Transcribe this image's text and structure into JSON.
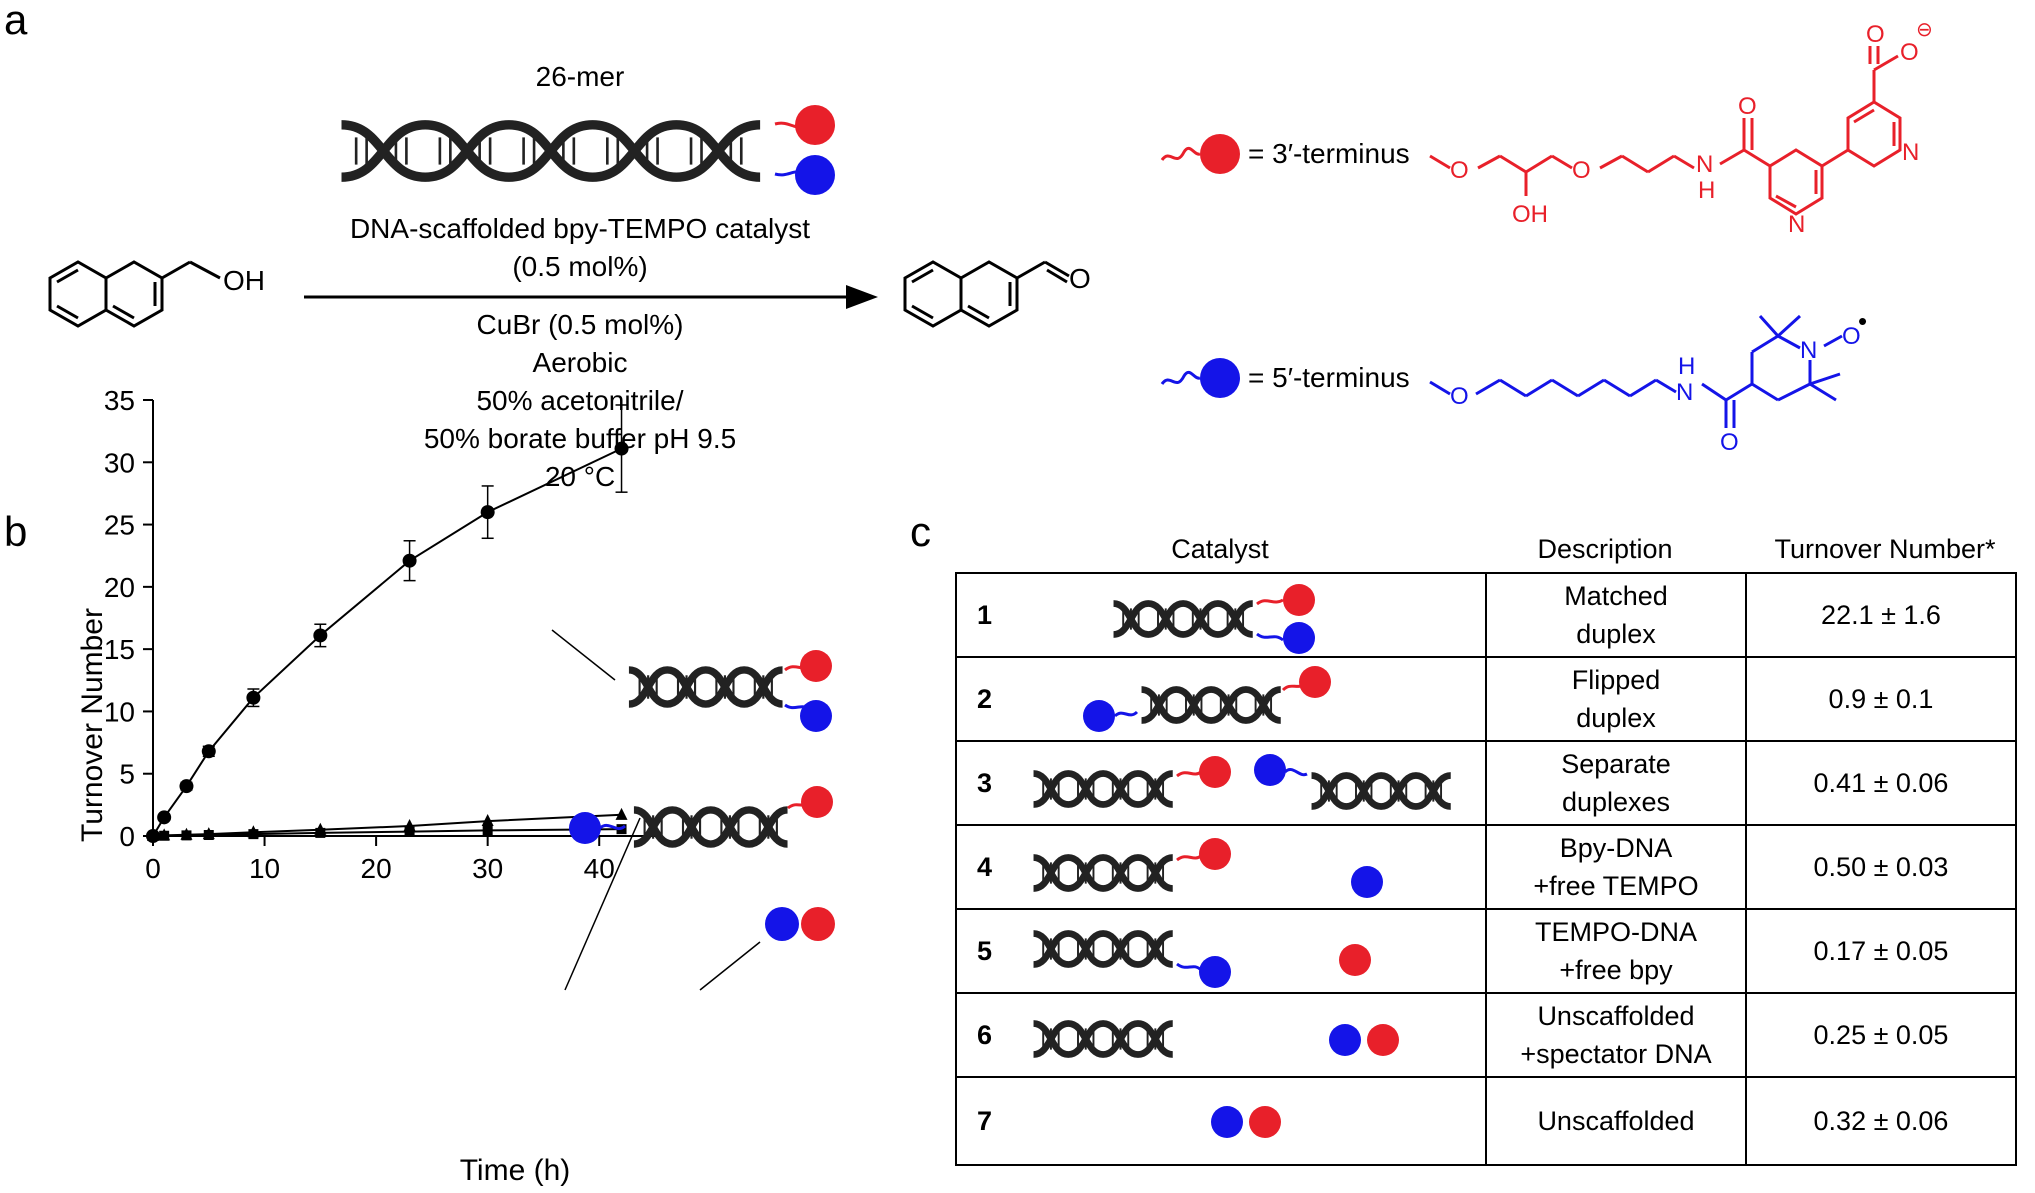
{
  "panels": {
    "a": "a",
    "b": "b",
    "c": "c"
  },
  "reaction": {
    "catalyst_length": "26-mer",
    "catalyst_name": "DNA-scaffolded bpy-TEMPO catalyst",
    "catalyst_loading": "(0.5 mol%)",
    "conditions": [
      "CuBr (0.5 mol%)",
      "Aerobic",
      "50% acetonitrile/",
      "50% borate buffer pH 9.5",
      "20 °C"
    ],
    "substrate_label": "OH",
    "product_label": "O"
  },
  "legend_structures": {
    "red": {
      "label": "= 3′-terminus",
      "color": "#e8202a",
      "atoms": {
        "o1": "O",
        "oh": "OH",
        "o2": "O",
        "nh": "N",
        "h": "H",
        "o_amide": "O",
        "n_py1": "N",
        "n_py2": "N",
        "o_acid1": "O",
        "o_acid2": "O",
        "charge": "⊖"
      }
    },
    "blue": {
      "label": "= 5′-terminus",
      "color": "#1414e8",
      "atoms": {
        "o1": "O",
        "nh": "N",
        "h": "H",
        "o_amide": "O",
        "n": "N",
        "o_rad": "O",
        "radical": "•"
      }
    }
  },
  "colors": {
    "red": "#e8202a",
    "blue": "#1414e8",
    "dna": "#222222"
  },
  "chart_data": {
    "type": "scatter",
    "xlabel": "Time (h)",
    "ylabel": "Turnover Number",
    "xlim": [
      0,
      45
    ],
    "ylim": [
      0,
      35
    ],
    "xticks": [
      "0",
      "10",
      "20",
      "30",
      "40"
    ],
    "yticks": [
      "0",
      "5",
      "10",
      "15",
      "20",
      "25",
      "30",
      "35"
    ],
    "grid": false,
    "series": [
      {
        "marker": "circle",
        "x": [
          0,
          1,
          3,
          5,
          9,
          15,
          23,
          30,
          42
        ],
        "y": [
          0,
          1.5,
          4.0,
          6.8,
          11.1,
          16.1,
          22.1,
          26.0,
          31.1
        ],
        "err": [
          0,
          0.2,
          0.3,
          0.4,
          0.7,
          0.9,
          1.6,
          2.1,
          3.5
        ]
      },
      {
        "marker": "triangle",
        "x": [
          0,
          1,
          3,
          5,
          9,
          15,
          23,
          30,
          42
        ],
        "y": [
          0,
          0.05,
          0.1,
          0.15,
          0.3,
          0.5,
          0.8,
          1.2,
          1.7
        ],
        "err": [
          0,
          0,
          0,
          0,
          0,
          0,
          0,
          0,
          0
        ]
      },
      {
        "marker": "square",
        "x": [
          0,
          1,
          3,
          5,
          9,
          15,
          23,
          30,
          42
        ],
        "y": [
          0,
          0.02,
          0.05,
          0.08,
          0.15,
          0.25,
          0.35,
          0.45,
          0.55
        ],
        "err": [
          0,
          0,
          0,
          0,
          0,
          0,
          0,
          0,
          0
        ]
      }
    ]
  },
  "table": {
    "headers": [
      "Catalyst",
      "Description",
      "Turnover Number*"
    ],
    "rows": [
      {
        "num": "1",
        "desc": [
          "Matched",
          "duplex"
        ],
        "ton": "22.1 ± 1.6"
      },
      {
        "num": "2",
        "desc": [
          "Flipped",
          "duplex"
        ],
        "ton": "0.9 ± 0.1"
      },
      {
        "num": "3",
        "desc": [
          "Separate",
          "duplexes"
        ],
        "ton": "0.41 ± 0.06"
      },
      {
        "num": "4",
        "desc": [
          "Bpy-DNA",
          "+free TEMPO"
        ],
        "ton": "0.50 ± 0.03"
      },
      {
        "num": "5",
        "desc": [
          "TEMPO-DNA",
          "+free bpy"
        ],
        "ton": "0.17 ± 0.05"
      },
      {
        "num": "6",
        "desc": [
          "Unscaffolded",
          "+spectator DNA"
        ],
        "ton": "0.25 ± 0.05"
      },
      {
        "num": "7",
        "desc": [
          "Unscaffolded",
          ""
        ],
        "ton": "0.32 ± 0.06"
      }
    ]
  }
}
